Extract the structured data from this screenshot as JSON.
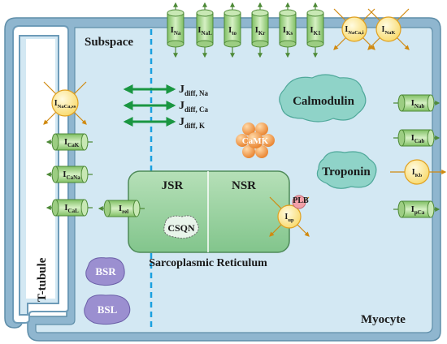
{
  "regions": {
    "subspace": "Subspace",
    "t_tubule": "T-tubule",
    "myocyte": "Myocyte",
    "sarcoplasmic_reticulum": "Sarcoplasmic Reticulum",
    "jsr": "JSR",
    "nsr": "NSR",
    "csqn": "CSQN",
    "plb": "PLB"
  },
  "proteins": {
    "calmodulin": "Calmodulin",
    "troponin": "Troponin",
    "camk": "CaMK",
    "bsr": "BSR",
    "bsl": "BSL"
  },
  "diffusion": [
    {
      "base": "J",
      "sub": "diff, Na"
    },
    {
      "base": "J",
      "sub": "diff, Ca"
    },
    {
      "base": "J",
      "sub": "diff, K"
    }
  ],
  "top_channels": [
    {
      "base": "I",
      "sub": "Na"
    },
    {
      "base": "I",
      "sub": "NaL"
    },
    {
      "base": "I",
      "sub": "to"
    },
    {
      "base": "I",
      "sub": "Kr"
    },
    {
      "base": "I",
      "sub": "Ks"
    },
    {
      "base": "I",
      "sub": "K1"
    }
  ],
  "top_exchangers": [
    {
      "base": "I",
      "sub": "NaCa,i"
    },
    {
      "base": "I",
      "sub": "NaK"
    }
  ],
  "left_exchanger": {
    "base": "I",
    "sub": "NaCa,ss"
  },
  "left_channels": [
    {
      "base": "I",
      "sub": "CaK"
    },
    {
      "base": "I",
      "sub": "CaNa"
    },
    {
      "base": "I",
      "sub": "CaL"
    }
  ],
  "release": {
    "base": "I",
    "sub": "rel"
  },
  "uptake": {
    "base": "I",
    "sub": "up"
  },
  "right_channels": [
    {
      "base": "I",
      "sub": "Nab"
    },
    {
      "base": "I",
      "sub": "Cab"
    },
    {
      "base": "I",
      "sub": "Kb"
    },
    {
      "base": "I",
      "sub": "pCa"
    }
  ],
  "colors": {
    "cell_fill": "#d3e8f3",
    "membrane": "#6d9bb8",
    "channel": "#a8d58e",
    "channel_dark": "#4e8a38",
    "exchanger": "#fde9a0",
    "exchanger_stroke": "#e0a020",
    "arrow_green": "#1a9641",
    "sr_fill": "#92cf9a",
    "camk": "#f5a04a",
    "bsr": "#9b8fd0",
    "plb": "#f1a0a8",
    "dash": "#1aa0e0"
  }
}
